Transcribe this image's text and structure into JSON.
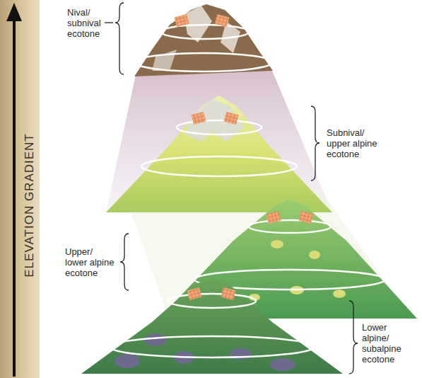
{
  "diagram": {
    "labels": [
      "Nival/ subnival ecotone",
      "Subnival/ upper alpine ecotone",
      "Upper/ lower alpine ecotone",
      "Lower alpine/ subalpine ecotone",
      "ELEVATION GRADIENT"
    ]
  }
}
